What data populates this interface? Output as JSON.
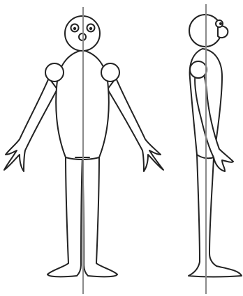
{
  "figures": [
    {
      "view": "front",
      "icon": "front-view-figure"
    },
    {
      "view": "side",
      "icon": "side-view-figure"
    }
  ],
  "guide_line": {
    "description_icon": "vertical-balance-line",
    "color": "#8a8a8a"
  },
  "colors": {
    "ink": "#222222",
    "paper": "#ffffff"
  }
}
